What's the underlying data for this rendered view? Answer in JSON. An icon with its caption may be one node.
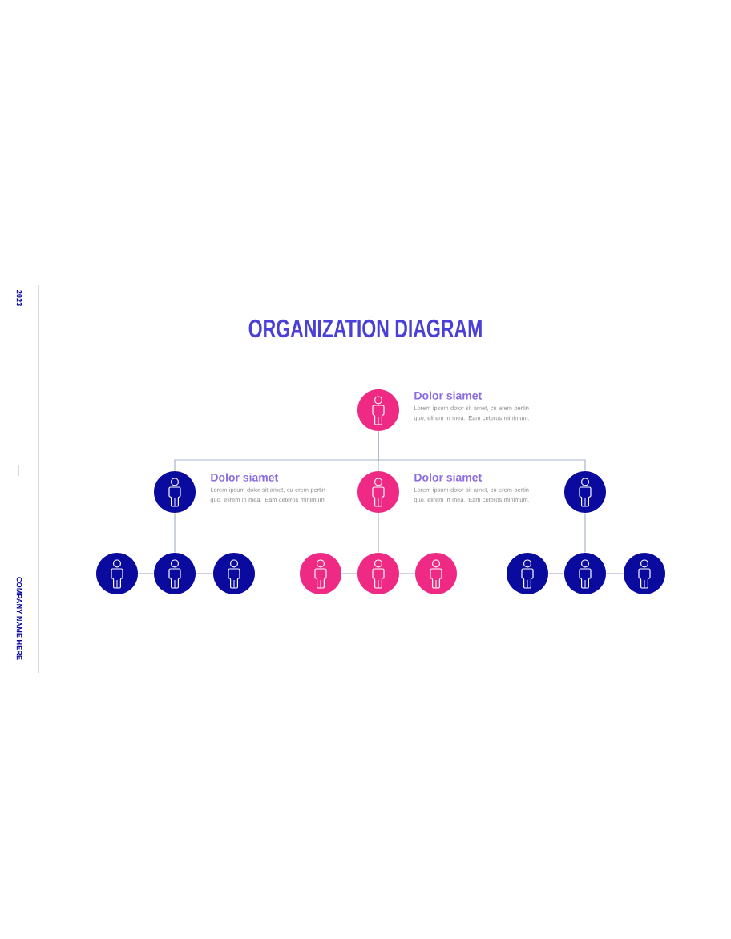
{
  "diagram": {
    "title": "ORGANIZATION DIAGRAM",
    "nodes": [
      {
        "text": [],
        "shape": "person",
        "beside": [
          "Dolor siamet",
          "Lorem ipsum dolor sit amet, cu erem pertin quo, elirem in mea. Eam ceteros minimum."
        ]
      },
      {
        "text": [],
        "shape": "person",
        "beside": [
          "Dolor siamet",
          "Lorem ipsum dolor sit amet, cu erem pertin quo, elirem in mea. Eam ceteros minimum."
        ]
      },
      {
        "text": [],
        "shape": "person",
        "beside": [
          "Dolor siamet",
          "Lorem ipsum dolor sit amet, cu erem pertin quo, elirem in mea. Eam ceteros minimum."
        ]
      },
      {
        "text": [],
        "shape": "person"
      },
      {
        "text": [],
        "shape": "person"
      },
      {
        "text": [],
        "shape": "person"
      },
      {
        "text": [],
        "shape": "person"
      },
      {
        "text": [],
        "shape": "person"
      },
      {
        "text": [],
        "shape": "person"
      },
      {
        "text": [],
        "shape": "person"
      },
      {
        "text": [],
        "shape": "person"
      },
      {
        "text": [],
        "shape": "person"
      },
      {
        "text": [],
        "shape": "person"
      }
    ],
    "edges": [
      {
        "from": 0,
        "to": 1,
        "arrow": "none"
      },
      {
        "from": 0,
        "to": 2,
        "arrow": "none"
      },
      {
        "from": 0,
        "to": 3,
        "arrow": "none"
      },
      {
        "from": 1,
        "to": 5,
        "arrow": "none"
      },
      {
        "from": 2,
        "to": 8,
        "arrow": "none"
      },
      {
        "from": 3,
        "to": 11,
        "arrow": "none"
      },
      {
        "from": 4,
        "to": 5,
        "arrow": "none"
      },
      {
        "from": 5,
        "to": 6,
        "arrow": "none"
      },
      {
        "from": 7,
        "to": 8,
        "arrow": "none"
      },
      {
        "from": 8,
        "to": 9,
        "arrow": "none"
      },
      {
        "from": 10,
        "to": 11,
        "arrow": "none"
      },
      {
        "from": 11,
        "to": 12,
        "arrow": "none"
      }
    ],
    "labels": [
      "2023",
      "COMPANY NAME HERE"
    ]
  }
}
